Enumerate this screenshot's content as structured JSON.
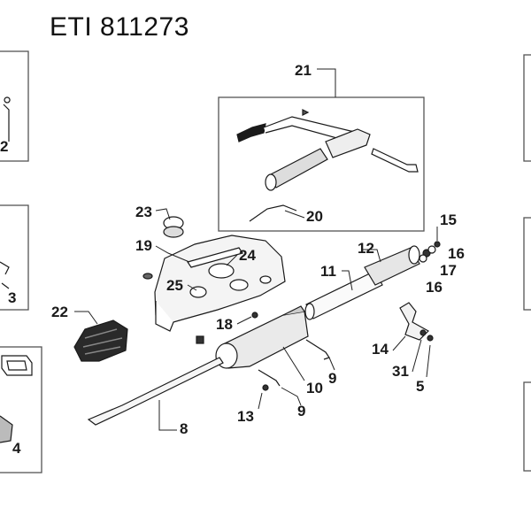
{
  "title": "ETI 811273",
  "side_labels": {
    "left_top": "2",
    "left_mid": "3",
    "left_bottom": "4"
  },
  "callouts": [
    "21",
    "20",
    "23",
    "19",
    "24",
    "25",
    "22",
    "18",
    "12",
    "11",
    "15",
    "16",
    "17",
    "16",
    "14",
    "31",
    "5",
    "10",
    "9",
    "9",
    "13",
    "8"
  ]
}
